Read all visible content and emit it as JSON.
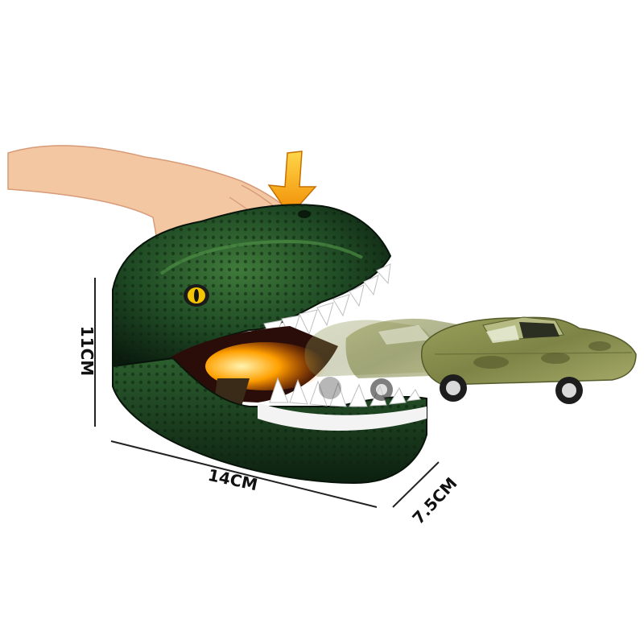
{
  "dimensions": {
    "height": "11CM",
    "width": "14CM",
    "depth": "7.5CM"
  },
  "colors": {
    "dino_dark": "#0f2414",
    "dino_mid": "#1f4a24",
    "dino_highlight": "#3f7a3a",
    "teeth": "#ffffff",
    "eye": "#f2c400",
    "car_camo": "#8a8f4e",
    "car_camo_dark": "#55582c",
    "skin": "#f4c7a3",
    "arrow": "#f5a000",
    "flame": "#ff8a00",
    "dimension_line": "#222222"
  },
  "icons": [
    "press-down-arrow-icon"
  ]
}
